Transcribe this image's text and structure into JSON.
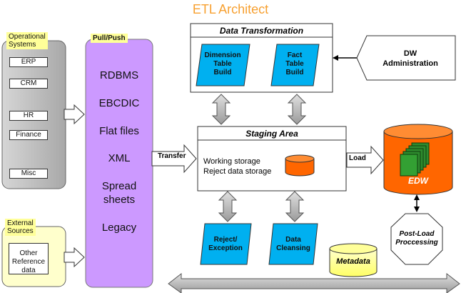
{
  "title": "ETL Architect",
  "operational": {
    "caption": "Operational\nSystems",
    "items": [
      "ERP",
      "CRM",
      "HR",
      "Finance",
      "Misc"
    ]
  },
  "external": {
    "caption": "External\nSources",
    "doc": "Other\nReference\ndata"
  },
  "pullpush": {
    "caption": "Pull/Push",
    "items": [
      "RDBMS",
      "EBCDIC",
      "Flat files",
      "XML",
      "Spread\nsheets",
      "Legacy"
    ]
  },
  "transfer_label": "Transfer",
  "transformation": {
    "title": "Data Transformation",
    "dimension": "Dimension\nTable\nBuild",
    "fact": "Fact\nTable\nBuild"
  },
  "dw_admin": "DW\nAdministration",
  "staging": {
    "title": "Staging Area",
    "line1": "Working storage",
    "line2": "Reject data storage"
  },
  "load_label": "Load",
  "edw_label": "EDW",
  "postload": "Post-Load\nProccessing",
  "reject": "Reject/\nException",
  "cleansing": "Data\nCleansing",
  "metadata": "Metadata",
  "colors": {
    "accent_orange": "#f7a030",
    "cyan": "#00b0f0",
    "violet": "#cc99ff",
    "yellow_caption": "#ffff99",
    "edw_orange": "#ff6600",
    "metadata_yellow": "#ffff66"
  }
}
